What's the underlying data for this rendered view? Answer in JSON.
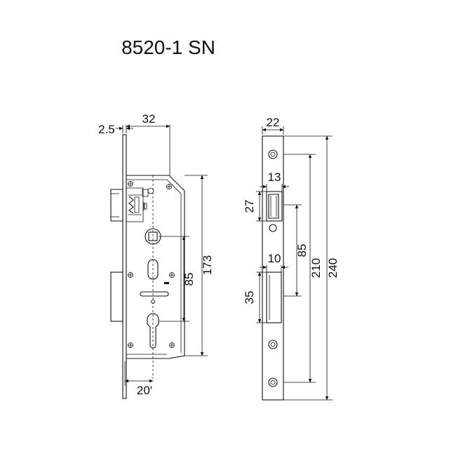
{
  "title": "8520-1 SN",
  "left_view": {
    "dim_2_5": "2.5",
    "dim_32": "32",
    "dim_85": "85",
    "dim_173": "173",
    "dim_20": "20'"
  },
  "right_view": {
    "dim_22": "22",
    "dim_13": "13",
    "dim_27": "27",
    "dim_85": "85",
    "dim_10": "10",
    "dim_35": "35",
    "dim_210": "210",
    "dim_240": "240"
  }
}
